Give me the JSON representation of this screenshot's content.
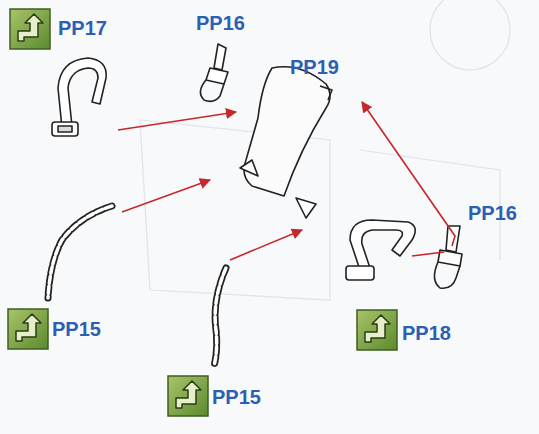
{
  "diagram": {
    "labels": [
      "PP17",
      "PP16",
      "PP19",
      "PP16",
      "PP15",
      "PP18",
      "PP15"
    ]
  }
}
